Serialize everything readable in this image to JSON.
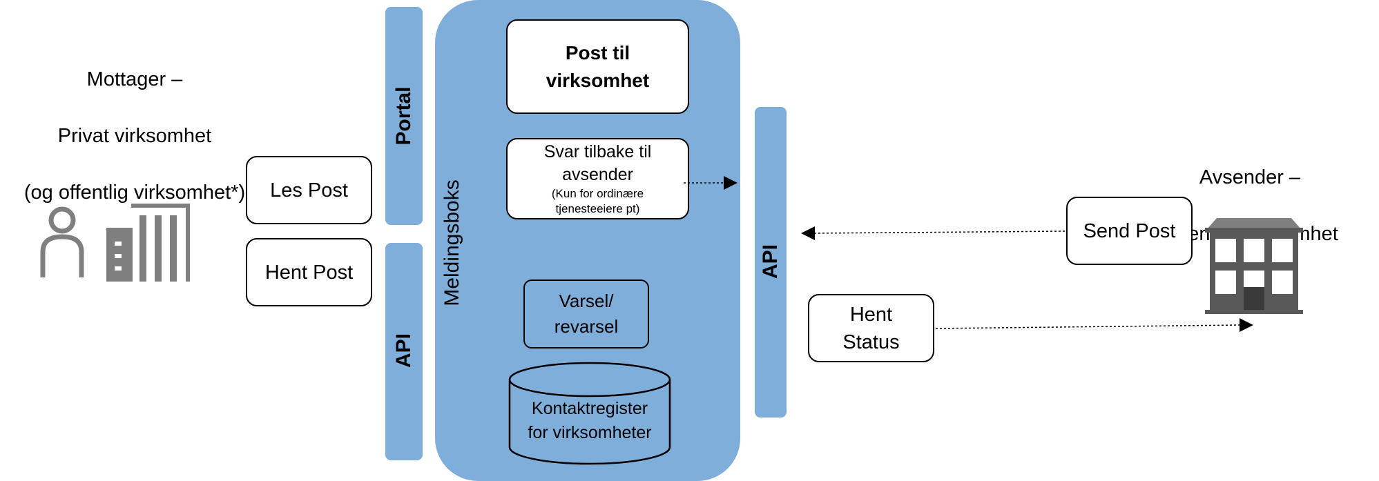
{
  "receiver": {
    "title_line1": "Mottager –",
    "title_line2": "Privat virksomhet",
    "title_line3": "(og offentlig virksomhet*)",
    "read_label": "Les Post",
    "fetch_label": "Hent Post"
  },
  "portal_label": "Portal",
  "api_left_label": "API",
  "api_right_label": "API",
  "meldingsboks": {
    "label": "Meldingsboks",
    "post_title": "Post til\nvirksomhet",
    "reply_title": "Svar tilbake til\navsender",
    "reply_note": "(Kun for ordinære\ntjenesteeiere pt)",
    "notice_label": "Varsel/\nrevarsel",
    "registry_label": "Kontaktregister\nfor virksomheter"
  },
  "sender": {
    "title_line1": "Avsender –",
    "title_line2": "Offentlig virksomhet",
    "send_label": "Send Post",
    "status_label": "Hent\nStatus"
  },
  "colors": {
    "box_fill": "#80aedb",
    "icon_gray": "#7f7f7f",
    "building_dark": "#595959"
  },
  "icons": [
    "person-icon",
    "office-building-icon",
    "public-building-icon"
  ]
}
